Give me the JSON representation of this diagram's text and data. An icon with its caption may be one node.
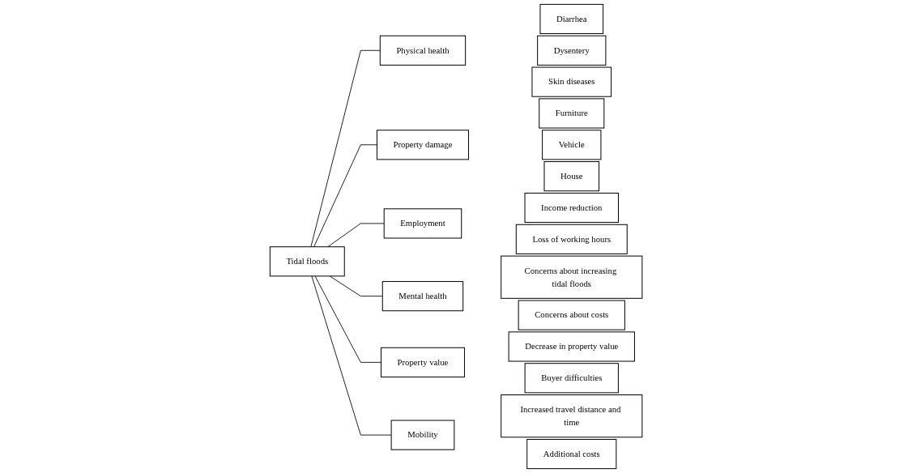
{
  "diagram": {
    "nodes": [
      {
        "text": [
          "Tidal floods"
        ]
      },
      {
        "text": [
          "Physical health"
        ]
      },
      {
        "text": [
          "Diarrhea"
        ]
      },
      {
        "text": [
          "Dysentery"
        ]
      },
      {
        "text": [
          "Skin diseases"
        ]
      },
      {
        "text": [
          "Property damage"
        ]
      },
      {
        "text": [
          "Furniture"
        ]
      },
      {
        "text": [
          "Vehicle"
        ]
      },
      {
        "text": [
          "House"
        ]
      },
      {
        "text": [
          "Employment"
        ]
      },
      {
        "text": [
          "Income reduction"
        ]
      },
      {
        "text": [
          "Loss of working hours"
        ]
      },
      {
        "text": [
          "Mental health"
        ]
      },
      {
        "text": [
          "Concerns about increasing tidal floods"
        ]
      },
      {
        "text": [
          "Concerns about costs"
        ]
      },
      {
        "text": [
          "Property value"
        ]
      },
      {
        "text": [
          "Decrease in property value"
        ]
      },
      {
        "text": [
          "Buyer difficulties"
        ]
      },
      {
        "text": [
          "Mobility"
        ]
      },
      {
        "text": [
          "Increased travel distance and time"
        ]
      },
      {
        "text": [
          "Additional costs"
        ]
      }
    ],
    "edges": [
      {
        "from": 0,
        "to": 1,
        "arrow": "none"
      },
      {
        "from": 0,
        "to": 5,
        "arrow": "none"
      },
      {
        "from": 0,
        "to": 9,
        "arrow": "none"
      },
      {
        "from": 0,
        "to": 12,
        "arrow": "none"
      },
      {
        "from": 0,
        "to": 15,
        "arrow": "none"
      },
      {
        "from": 0,
        "to": 18,
        "arrow": "none"
      }
    ]
  }
}
